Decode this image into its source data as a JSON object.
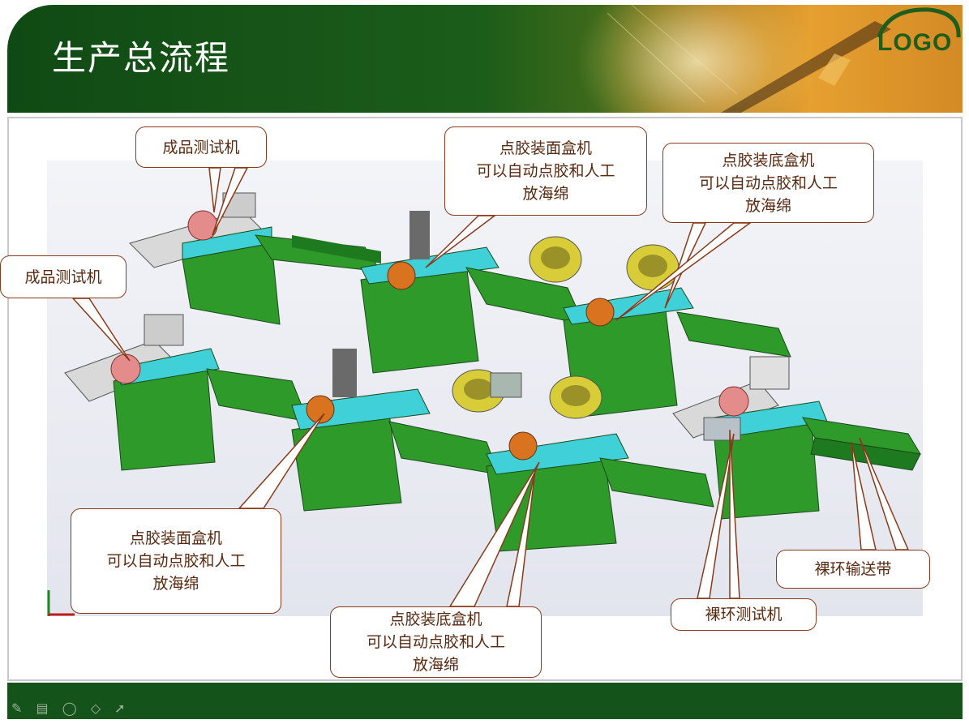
{
  "slide": {
    "title": "生产总流程",
    "logo": "LOGO"
  },
  "labels": {
    "c1": "成品测试机",
    "c2": "成品测试机",
    "c3": [
      "点胶装面盒机",
      "可以自动点胶和人工",
      "放海绵"
    ],
    "c4": [
      "点胶装底盒机",
      "可以自动点胶和人工",
      "放海绵"
    ],
    "c5": [
      "点胶装面盒机",
      "可以自动点胶和人工",
      "放海绵"
    ],
    "c6": [
      "点胶装底盒机",
      "可以自动点胶和人工",
      "放海绵"
    ],
    "c7": "裸环输送带",
    "c8": "裸环测试机"
  },
  "colors": {
    "header_green": "#14531a",
    "machine_green": "#2e9a2a",
    "table_cyan": "#3fd0d8",
    "bowl_yellow": "#d8cc38",
    "callout_border": "#8a3a1a"
  },
  "footer": {
    "tools": "✎ ▤ ◯ ◇ ➚"
  }
}
